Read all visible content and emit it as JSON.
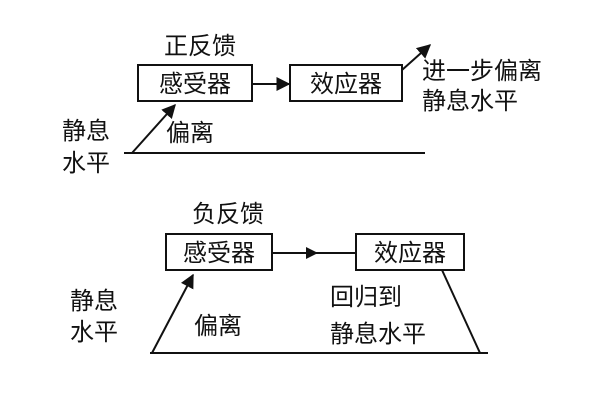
{
  "positive_feedback": {
    "title": "正反馈",
    "sensor": "感受器",
    "effector": "效应器",
    "deviation": "偏离",
    "baseline_line1": "静息",
    "baseline_line2": "水平",
    "outcome_line1": "进一步偏离",
    "outcome_line2": "静息水平"
  },
  "negative_feedback": {
    "title": "负反馈",
    "sensor": "感受器",
    "effector": "效应器",
    "deviation": "偏离",
    "baseline_line1": "静息",
    "baseline_line2": "水平",
    "outcome_line1": "回归到",
    "outcome_line2": "静息水平"
  }
}
